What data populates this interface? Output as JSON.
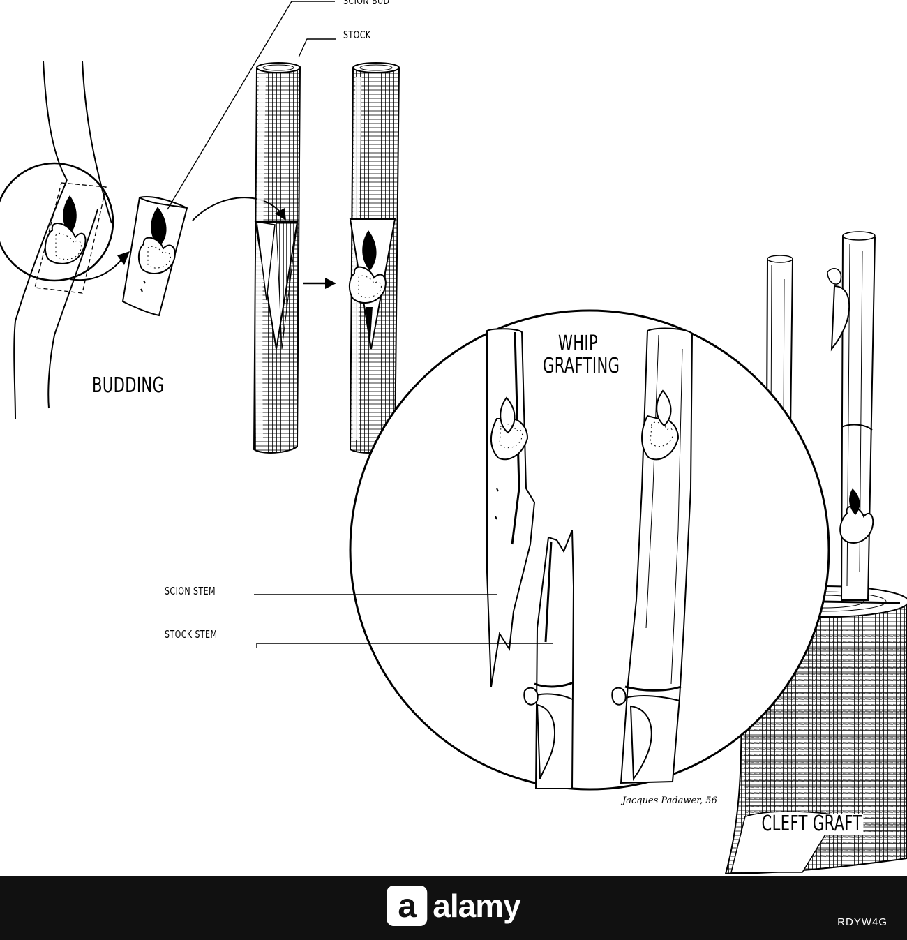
{
  "labels": {
    "scion_bud": "SCION BUD",
    "stock": "STOCK",
    "budding": "BUDDING",
    "whip_grafting_line1": "WHIP",
    "whip_grafting_line2": "GRAFTING",
    "scion_stem": "SCION STEM",
    "stock_stem": "STOCK STEM",
    "cleft_graft": "CLEFT GRAFT"
  },
  "signature": "Jacques Padawer, 56",
  "footer": {
    "brand_mark": "a",
    "brand_text": "alamy",
    "image_id": "RDYW4G"
  },
  "colors": {
    "ink": "#000000",
    "paper": "#ffffff",
    "footer_bg": "#111111"
  }
}
